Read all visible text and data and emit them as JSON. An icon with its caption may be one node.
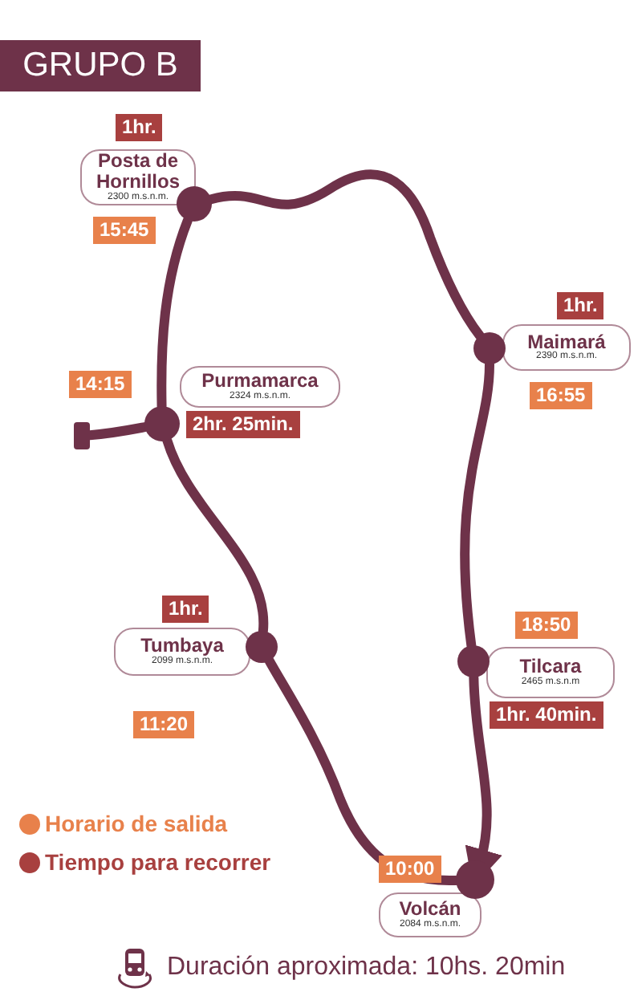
{
  "diagram": {
    "title": "GRUPO B",
    "nodes": [
      {
        "text": [
          "Posta de Hornillos",
          "2300 m.s.n.m."
        ],
        "beside": [
          "1hr.",
          "15:45"
        ]
      },
      {
        "text": [],
        "shape": "circle"
      },
      {
        "text": [
          "Maimará",
          "2390 m.s.n.m."
        ],
        "beside": [
          "1hr.",
          "16:55"
        ]
      },
      {
        "text": [],
        "shape": "circle"
      },
      {
        "text": [
          "Purmamarca",
          "2324 m.s.n.m."
        ],
        "beside": [
          "2hr. 25min."
        ]
      },
      {
        "text": [],
        "shape": "circle"
      },
      {
        "text": [],
        "shape": "box"
      },
      {
        "text": [
          "Tumbaya",
          "2099 m.s.n.m."
        ],
        "beside": [
          "1hr.",
          "11:20"
        ]
      },
      {
        "text": [],
        "shape": "circle"
      },
      {
        "text": [
          "Tilcara",
          "2465 m.s.n.m"
        ],
        "beside": [
          "18:50",
          "1hr. 40min."
        ]
      },
      {
        "text": [],
        "shape": "circle"
      },
      {
        "text": [
          "Volcán",
          "2084 m.s.n.m."
        ],
        "beside": [
          "10:00"
        ]
      },
      {
        "text": [],
        "shape": "circle"
      }
    ],
    "edges": [
      {
        "from": 12,
        "to": 8,
        "arrow": "none"
      },
      {
        "from": 8,
        "to": 5,
        "arrow": "none"
      },
      {
        "from": 5,
        "to": 6,
        "arrow": "none"
      },
      {
        "from": 5,
        "to": 1,
        "arrow": "none"
      },
      {
        "from": 1,
        "to": 3,
        "arrow": "none"
      },
      {
        "from": 3,
        "to": 10,
        "arrow": "none"
      },
      {
        "from": 10,
        "to": 12,
        "arrow": "to"
      }
    ],
    "labels": [
      "14:15",
      "Duración aproximada: 10hs. 20min"
    ],
    "legend": [
      {
        "text": "Horario de salida",
        "color": "#e8814b"
      },
      {
        "text": "Tiempo para recorrer",
        "color": "#a8403f"
      }
    ]
  }
}
